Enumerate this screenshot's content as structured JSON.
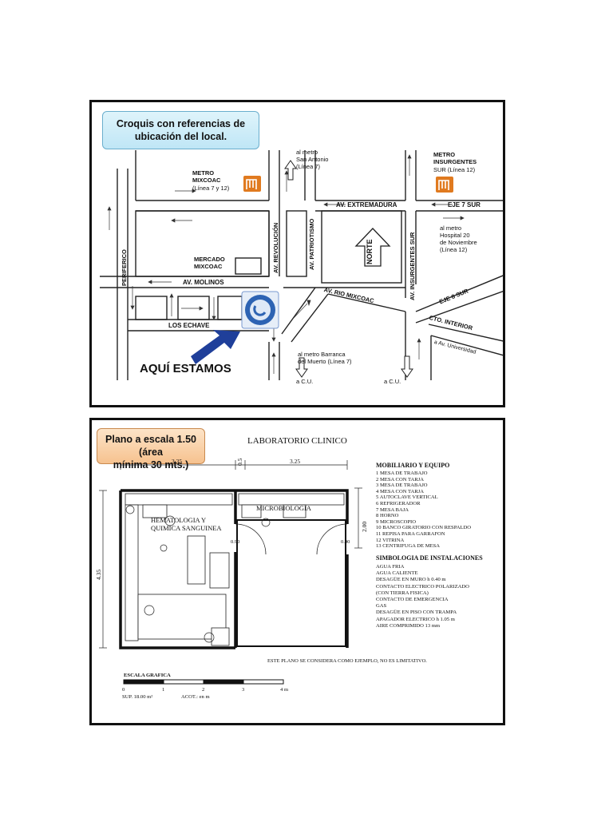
{
  "map": {
    "callout": [
      "Croquis con referencias de",
      "ubicación del local."
    ],
    "metro_mixcoac": [
      "METRO",
      "MIXCOAC",
      "(Línea 7 y 12)"
    ],
    "metro_insurgentes": [
      "METRO",
      "INSURGENTES",
      "SUR (Línea 12)"
    ],
    "to_san_antonio": [
      "al metro",
      "San Antonio",
      "(Línea 7)"
    ],
    "av_extremadura": "AV. EXTREMADURA",
    "eje_7_sur": "EJE 7 SUR",
    "to_hospital": [
      "al metro",
      "Hospital 20",
      "de Noviembre",
      "(Línea 12)"
    ],
    "av_revolucion": "AV. REVOLUCIÓN",
    "av_patriotismo": "AV. PATRIOTISMO",
    "norte": "NORTE",
    "av_insurgentes_sur": "AV. INSURGENTES SUR",
    "periferico": "PERIFERICO",
    "mercado": [
      "MERCADO",
      "MIXCOAC"
    ],
    "av_molinos": "AV. MOLINOS",
    "av_rio_mixcoac": "AV. RIO MIXCOAC",
    "eje_8_sur": "EJE 8 SUR",
    "cto_interior": "CTO. INTERIOR",
    "los_echave": "LOS ECHAVE",
    "to_universidad": "a Av. Universidad",
    "to_barranca": [
      "al metro Barranca",
      "del Muerto (Línea 7)"
    ],
    "a_cu_1": "a C.U.",
    "a_cu_2": "a C.U.",
    "aqui_estamos": "AQUÍ ESTAMOS",
    "colors": {
      "arrow": "#1f3f9a",
      "metro": "#e07a1f"
    },
    "icons": [
      "metro-logo-icon",
      "clinic-logo-icon",
      "pointer-arrow-icon",
      "north-arrow-icon"
    ]
  },
  "plan": {
    "callout": [
      "Plano a escala 1.50 (área",
      "mínima 30 mts.)"
    ],
    "title": "LABORATORIO CLINICO",
    "room_hemato": [
      "HEMATOLOGIA Y",
      "QUIMICA SANGUINEA"
    ],
    "room_micro": "MICROBIOLOGIA",
    "dims": {
      "d1": "3.35",
      "d2": "0.5",
      "d3": "3.25",
      "d4": "4.35",
      "d5": "2.00",
      "d6": "0.90",
      "d7": "0.90"
    },
    "mobiliario_title": "MOBILIARIO Y EQUIPO",
    "mobiliario": [
      "1 MESA DE TRABAJO",
      "2 MESA CON TARJA",
      "3 MESA DE TRABAJO",
      "4 MESA CON TARJA",
      "5 AUTOCLAVE VERTICAL",
      "6 REFRIGERADOR",
      "7 MESA BAJA",
      "8 HORNO",
      "9 MICROSCOPIO",
      "10 BANCO GIRATORIO CON RESPALDO",
      "11 REPISA PARA GARRAFON",
      "12 VITRINA",
      "13 CENTRIFUGA DE MESA"
    ],
    "simbologia_title": "SIMBOLOGIA DE INSTALACIONES",
    "simbologia": [
      "AGUA FRIA",
      "AGUA CALIENTE",
      "DESAGÜE EN MURO h 0.40 m",
      "CONTACTO ELECTRICO POLARIZADO",
      "(CON TIERRA FISICA)",
      "CONTACTO DE EMERGENCIA",
      "GAS",
      "DESAGÜE EN PISO CON TRAMPA",
      "APAGADOR ELECTRICO h 1.05 m",
      "AIRE COMPRIMIDO 13 mm"
    ],
    "note": "ESTE PLANO SE CONSIDERA COMO EJEMPLO, NO ES LIMITATIVO.",
    "scale_title": "ESCALA GRAFICA",
    "scale_ticks": [
      "0",
      "1",
      "2",
      "3",
      "4 m"
    ],
    "sup": "SUP. 18.00 m²",
    "acot": "ACOT.: en m"
  }
}
